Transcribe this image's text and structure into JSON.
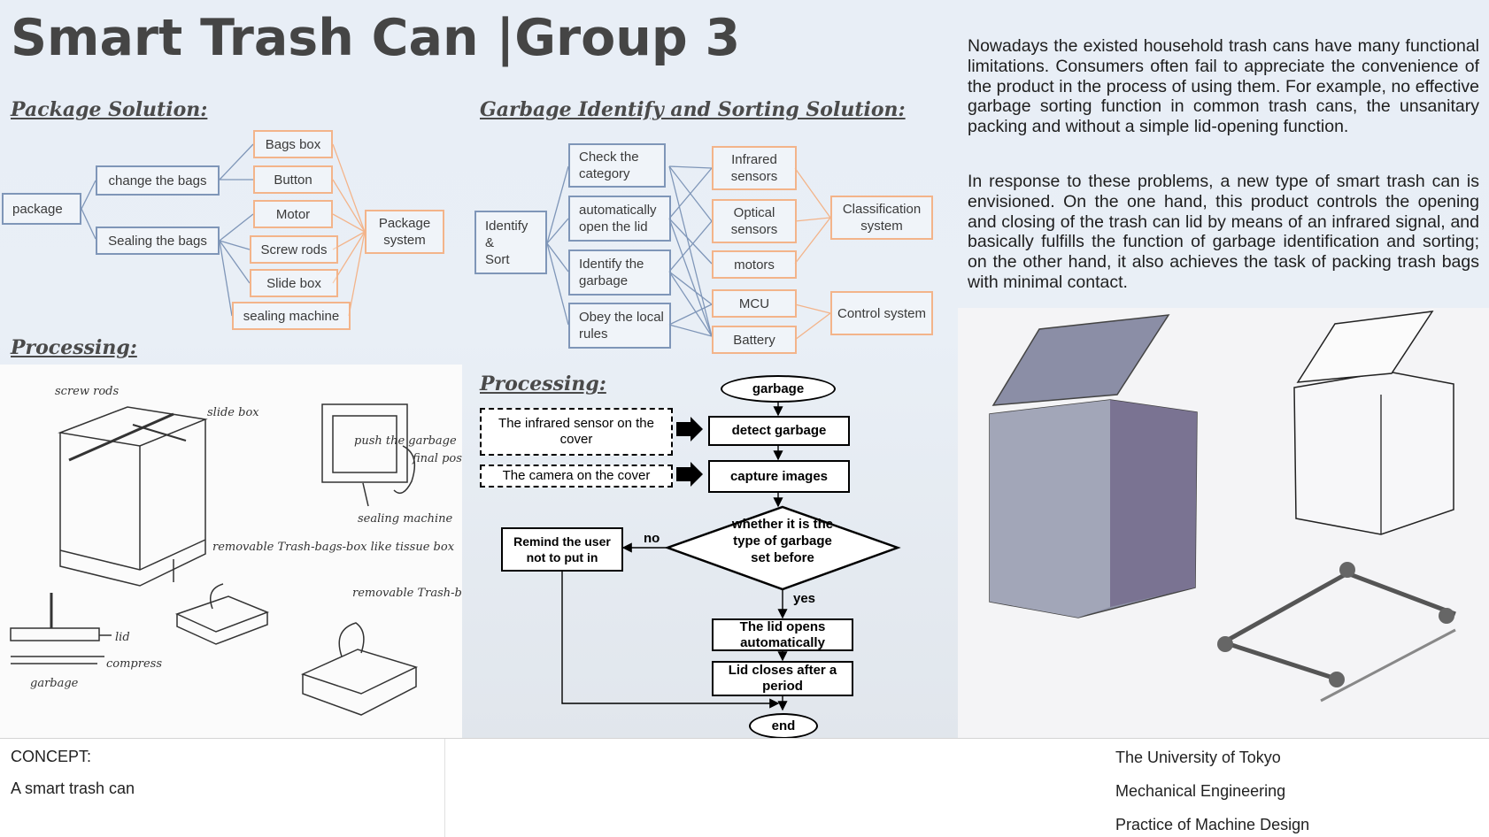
{
  "title": "Smart Trash Can |Group 3",
  "sections": {
    "package_solution": "Package Solution:",
    "garbage_solution": "Garbage Identify and Sorting Solution:",
    "processing_left": "Processing:",
    "processing_middle": "Processing:"
  },
  "package_diagram": {
    "root": "package",
    "branches": [
      "change the bags",
      "Sealing the bags"
    ],
    "parts": [
      "Bags box",
      "Button",
      "Motor",
      "Screw rods",
      "Slide box",
      "sealing machine"
    ],
    "system": "Package system"
  },
  "sorting_diagram": {
    "root": "Identify & Sort",
    "functions": [
      "Check the category",
      "automatically open the lid",
      "Identify the garbage",
      "Obey the local rules"
    ],
    "components": [
      "Infrared sensors",
      "Optical sensors",
      "motors",
      "MCU",
      "Battery"
    ],
    "systems": [
      "Classification system",
      "Control system"
    ]
  },
  "flowchart": {
    "start": "garbage",
    "inputs": [
      "The infrared sensor on the cover",
      "The camera on the cover"
    ],
    "steps": [
      "detect garbage",
      "capture images"
    ],
    "decision": "whether it is the type of garbage set before",
    "no_label": "no",
    "yes_label": "yes",
    "reject": "Remind the user not to put in",
    "open": "The lid opens automatically",
    "close": "Lid closes after a period",
    "end": "end"
  },
  "sketch_notes": {
    "screw_rods": "screw rods",
    "slide_box": "slide box",
    "removable_1": "removable Trash-bags-box like tissue box",
    "push": "push the garbage",
    "final_position": "final position of box",
    "sealing_machine": "sealing machine",
    "lid": "lid",
    "compress": "compress",
    "garbage": "garbage",
    "removable_2": "removable Trash-bags-box like tissue box"
  },
  "intro": {
    "p1": "Nowadays the existed household trash cans have many functional limitations. Consumers often fail to appreciate the convenience of the product in the process of using them. For example, no effective garbage sorting function in common trash cans, the unsanitary packing and without a simple lid-opening function.",
    "p2": "In response to these problems, a new type of smart trash can is envisioned. On the one hand, this product controls the opening and closing of the trash can lid by means of an infrared signal, and basically fulfills the function of garbage identification and sorting; on the other hand, it also achieves the task of packing trash bags with minimal contact."
  },
  "footer": {
    "concept_label": "CONCEPT:",
    "concept_text": "A smart trash can",
    "university": "The University of Tokyo",
    "department": "Mechanical Engineering",
    "course": "Practice of Machine Design"
  },
  "colors": {
    "blue_box": "#7f96b8",
    "orange_box": "#f3b48a",
    "title": "#454545"
  }
}
